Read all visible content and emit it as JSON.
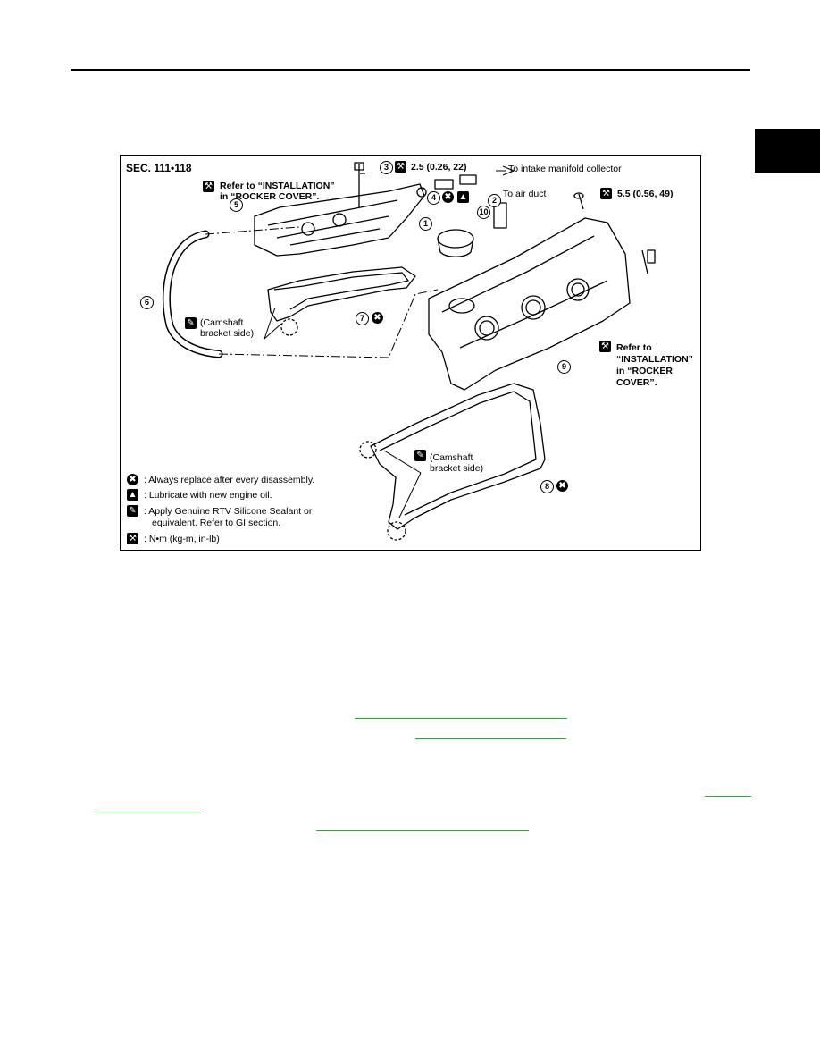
{
  "figure": {
    "section": "SEC. 111•118",
    "callouts": {
      "c1": "1",
      "c2": "2",
      "c3": "3",
      "c4": "4",
      "c5": "5",
      "c6": "6",
      "c7": "7",
      "c8": "8",
      "c9": "9",
      "c10": "10"
    },
    "labels": {
      "refer_left_1": "Refer to “INSTALLATION”",
      "refer_left_2": "in “ROCKER COVER”.",
      "torque_small": "2.5 (0.26, 22)",
      "intake": "To intake manifold collector",
      "torque_large": "5.5 (0.56, 49)",
      "air_duct": "To air duct",
      "camshaft_left_1": "(Camshaft",
      "camshaft_left_2": "bracket side)",
      "camshaft_right_1": "(Camshaft",
      "camshaft_right_2": "bracket side)",
      "refer_right_1": "Refer to",
      "refer_right_2": "“INSTALLATION”",
      "refer_right_3": "in “ROCKER",
      "refer_right_4": "COVER”."
    },
    "legend": [
      {
        "icon": "replace-icon",
        "text": ": Always replace after every disassembly."
      },
      {
        "icon": "oil-can-icon",
        "text": ": Lubricate with new engine oil."
      },
      {
        "icon": "sealant-icon",
        "text": ": Apply Genuine RTV Silicone Sealant or"
      },
      {
        "icon": "",
        "text": "equivalent. Refer to GI section."
      },
      {
        "icon": "torque-wrench-icon",
        "text": ": N•m (kg-m, in-lb)"
      }
    ],
    "symbols": {
      "replace": "✖",
      "oil": "▲",
      "sealant": "✎",
      "torque": "⚒"
    }
  },
  "colors": {
    "link": "#16b81a",
    "ink": "#000000"
  }
}
